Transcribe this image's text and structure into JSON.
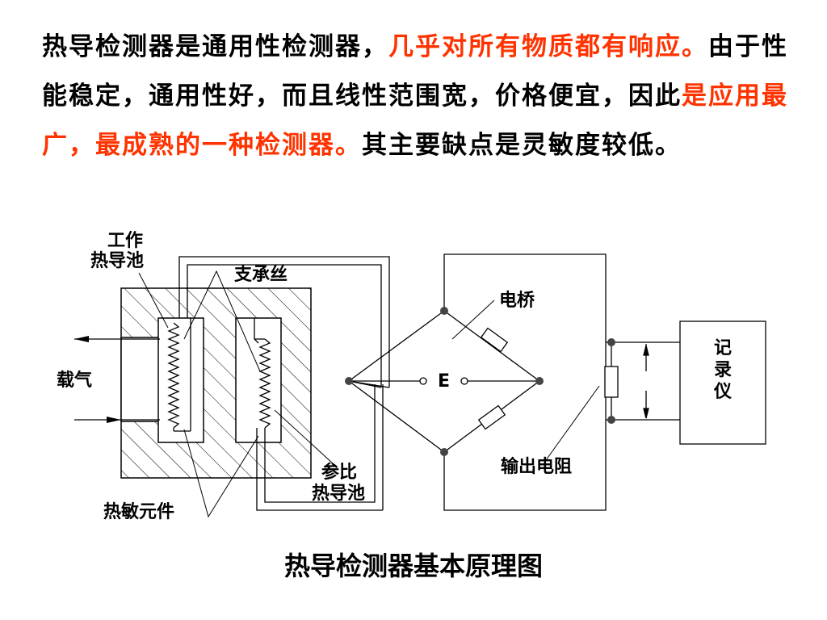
{
  "paragraph": {
    "s1": "热导检测器是通用性检测器，",
    "s2": "几乎对所有物质都有响应。",
    "s3": "由于性能稳定，通用性好，而且线性范围宽，价格便宜，因此",
    "s4": "是应用最广，最成熟的一种检测器。",
    "s5": "其主要缺点是灵敏度较低。"
  },
  "diagram": {
    "labels": {
      "working_cell_1": "工作",
      "working_cell_2": "热导池",
      "support_wire": "支承丝",
      "carrier_gas": "载气",
      "bridge": "电桥",
      "source": "E",
      "recorder": "记录仪",
      "output_resistor": "输出电阻",
      "reference_cell_1": "参比",
      "reference_cell_2": "热导池",
      "thermistor": "热敏元件"
    }
  },
  "caption": "热导检测器基本原理图",
  "colors": {
    "highlight": "#ff3300",
    "text": "#000000"
  }
}
